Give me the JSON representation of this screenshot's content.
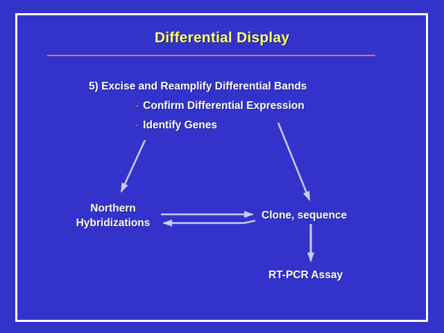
{
  "slide": {
    "title": "Differential Display",
    "step": "5) Excise and Reamplify Differential Bands",
    "bullets": [
      {
        "dash": "-",
        "text": "Confirm Differential Expression"
      },
      {
        "dash": "-",
        "text": "Identify Genes"
      }
    ],
    "nodes": {
      "northern_line1": "Northern",
      "northern_line2": "Hybridizations",
      "clone": "Clone, sequence",
      "rtpcr": "RT-PCR Assay"
    },
    "arrows": [
      "identify-genes-to-northern-hybridizations",
      "identify-genes-to-clone-sequence",
      "northern-to-clone (right)",
      "clone-to-northern (left)",
      "clone-sequence-to-rtpcr-assay"
    ],
    "colors": {
      "background": "#3333cc",
      "frame": "#ffffff",
      "title": "#ffff66",
      "rule": "#f4687c",
      "bullet_dash": "#e05c5c",
      "text": "#ffffff",
      "arrow": "#ccccf5"
    }
  }
}
